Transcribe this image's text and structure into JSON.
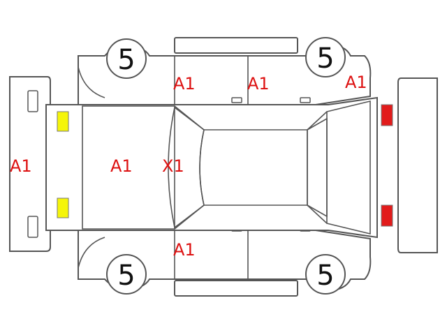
{
  "colors": {
    "damage_text": "#dd1111",
    "front_lights": "#f5f50a",
    "rear_lights": "#e21b1b",
    "outline": "#555555"
  },
  "tires": {
    "front_left": "5",
    "rear_left": "5",
    "front_right": "5",
    "rear_right": "5"
  },
  "damage_marks": {
    "front_bumper": "A1",
    "hood": "A1",
    "windshield": "X1",
    "left_front_door": "A1",
    "left_rear_door": "A1",
    "left_rear_quarter": "A1",
    "right_front_door": "A1"
  }
}
